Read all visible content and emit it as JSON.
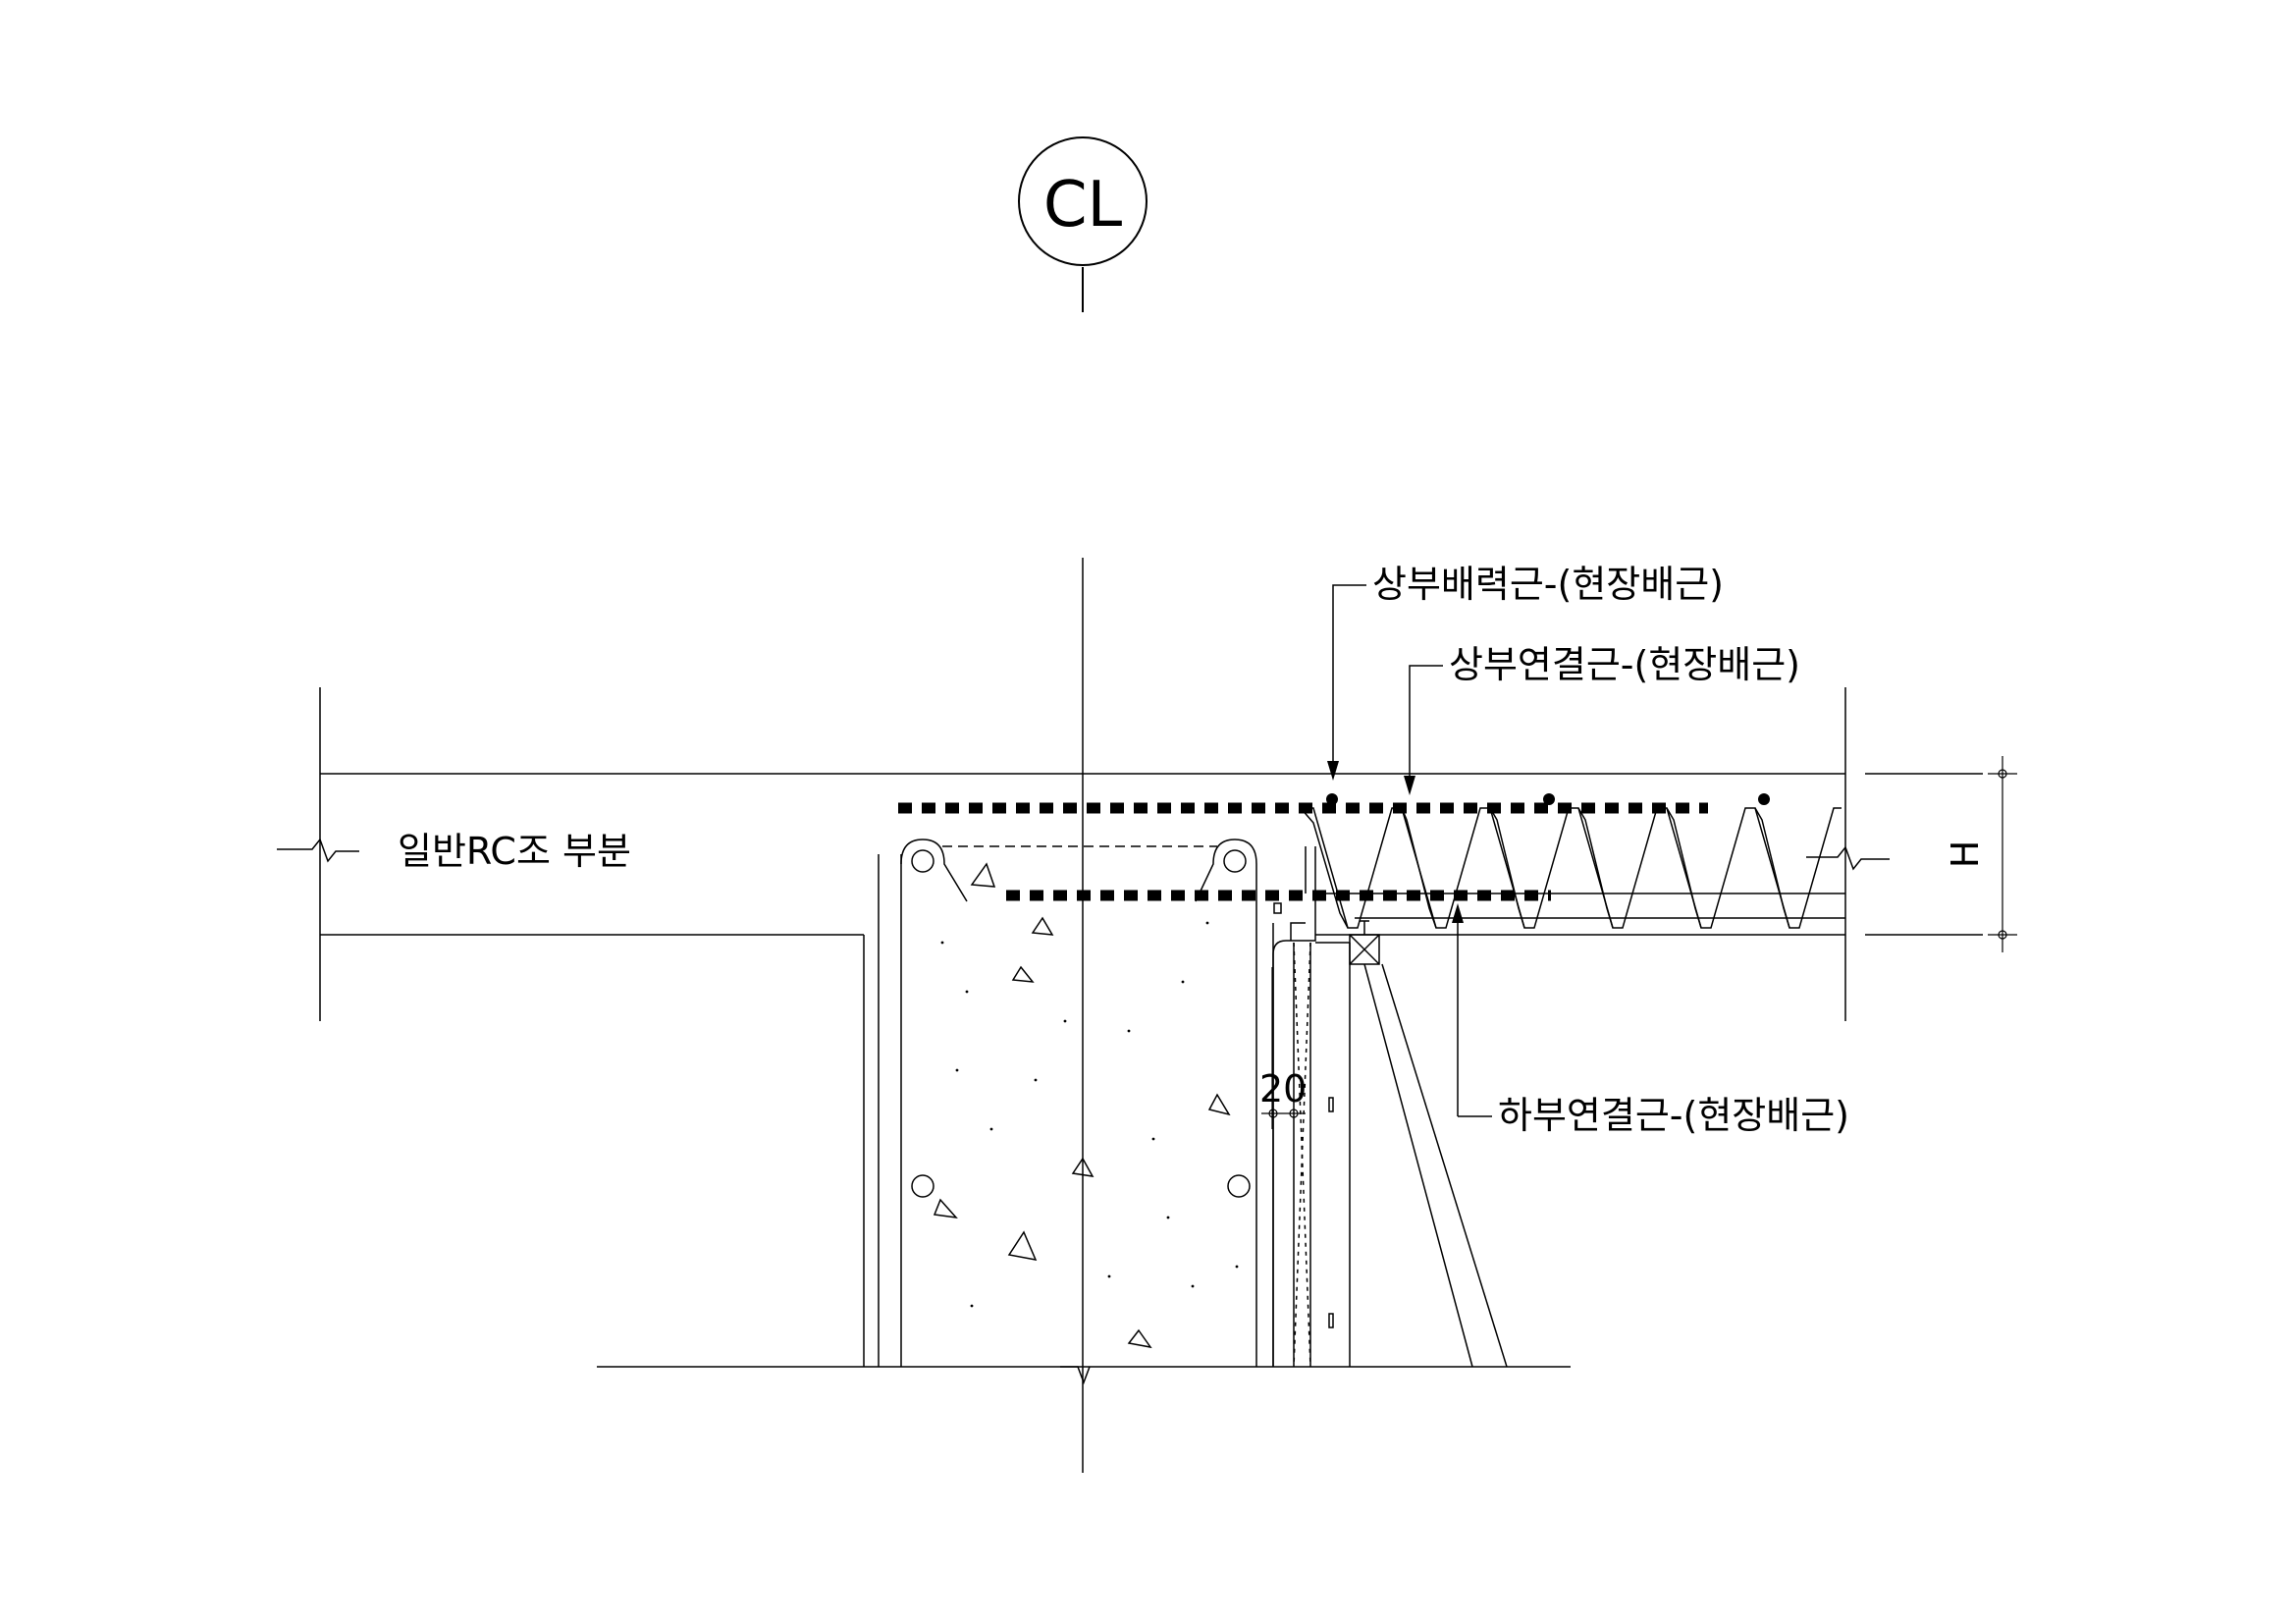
{
  "centerline_symbol": "CL",
  "labels": {
    "top_main_bar": "상부배력근-(현장배근)",
    "top_connection_bar": "상부연결근-(현장배근)",
    "bottom_connection_bar": "하부연결근-(현장배근)",
    "rc_part": "일반RC조 부분",
    "dimension_20": "20",
    "height_mark": "H"
  },
  "colors": {
    "line": "#000000",
    "background": "#ffffff"
  }
}
